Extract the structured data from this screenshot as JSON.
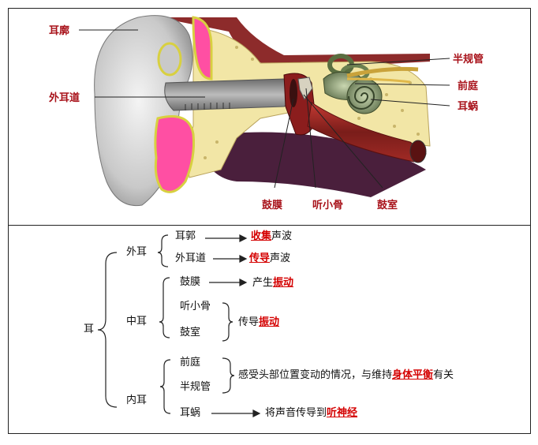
{
  "diagram": {
    "labels": {
      "auricle": "耳廓",
      "ear_canal": "外耳道",
      "semicircular": "半规管",
      "vestibule": "前庭",
      "cochlea": "耳蜗",
      "eardrum": "鼓膜",
      "ossicles": "听小骨",
      "tympanic": "鼓室"
    }
  },
  "summary": {
    "root": "耳",
    "outer": {
      "title": "外耳",
      "auricle": "耳郭",
      "auricle_red": "收集",
      "auricle_tail": "声波",
      "canal": "外耳道",
      "canal_red": "传导",
      "canal_tail": "声波"
    },
    "middle": {
      "title": "中耳",
      "eardrum": "鼓膜",
      "eardrum_pre": "产生",
      "eardrum_red": "振动",
      "ossicles": "听小骨",
      "tympanic": "鼓室",
      "ot_pre": "传导",
      "ot_red": "振动"
    },
    "inner": {
      "title": "内耳",
      "vestibule": "前庭",
      "semicircular": "半规管",
      "balance_pre": "感受头部位置变动的情况，与维持",
      "balance_red": "身体平衡",
      "balance_tail": "有关",
      "cochlea": "耳蜗",
      "cochlea_pre": "将声音传导到",
      "cochlea_red": "听神经"
    }
  },
  "colors": {
    "label_red": "#a8121a",
    "emph_red": "#d40000",
    "skin": "#d9d9d9",
    "cartilage": "#ff55aa",
    "bone": "#f2e6a6",
    "canal": "#9a9a9a"
  }
}
